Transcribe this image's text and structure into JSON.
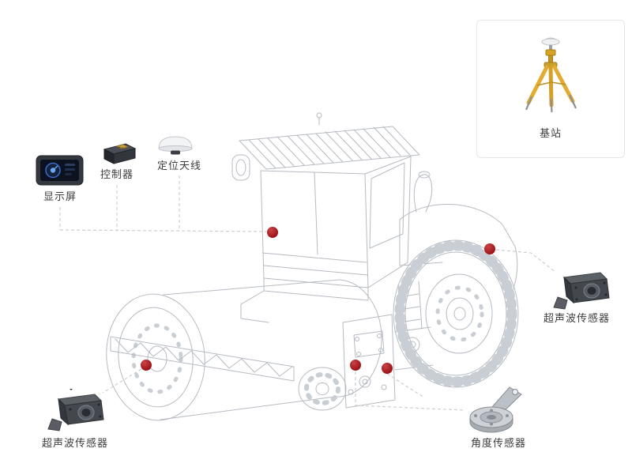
{
  "diagram": {
    "base_station": {
      "label": "基站"
    },
    "components": {
      "display": {
        "label": "显示屏"
      },
      "controller": {
        "label": "控制器"
      },
      "antenna": {
        "label": "定位天线"
      },
      "ultrasonic_right": {
        "label": "超声波传感器"
      },
      "ultrasonic_left": {
        "label": "超声波传感器"
      },
      "angle": {
        "label": "角度传感器"
      }
    },
    "colors": {
      "marker_red": "#a6191d",
      "sketch_gray": "#b6bbc2",
      "connector_gray": "#cfcfcf",
      "tripod_yellow": "#e3ab2f"
    }
  }
}
